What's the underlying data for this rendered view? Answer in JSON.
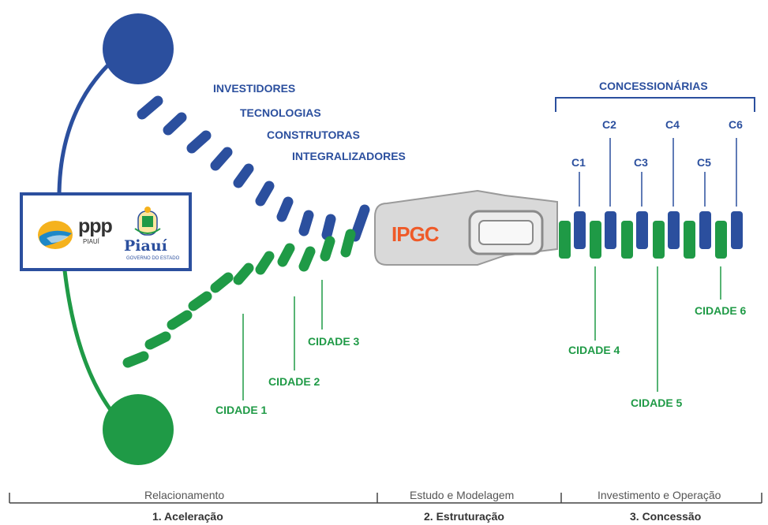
{
  "investors": {
    "items": [
      "INVESTIDORES",
      "TECNOLOGIAS",
      "CONSTRUTORAS",
      "INTEGRALIZADORES"
    ]
  },
  "cities_left": [
    "CIDADE 1",
    "CIDADE 2",
    "CIDADE 3"
  ],
  "logo": {
    "ppp": "ppp",
    "ppp_sub": "PIAUÍ",
    "piaui": "Piauí",
    "piaui_sub": "GOVERNO DO ESTADO"
  },
  "slider": {
    "label": "IPGC"
  },
  "concessions": {
    "title": "CONCESSIONÁRIAS",
    "items": [
      "C1",
      "C2",
      "C3",
      "C4",
      "C5",
      "C6"
    ]
  },
  "cities_right": [
    "CIDADE 4",
    "CIDADE 5",
    "CIDADE 6"
  ],
  "phases": [
    {
      "desc": "Relacionamento",
      "name": "1. Aceleração"
    },
    {
      "desc": "Estudo e Modelagem",
      "name": "2. Estruturação"
    },
    {
      "desc": "Investimento e Operação",
      "name": "3. Concessão"
    }
  ],
  "colors": {
    "blue": "#2b4f9e",
    "green": "#1f9a46",
    "orange": "#ef5a28",
    "gray": "#d9d9d9"
  }
}
